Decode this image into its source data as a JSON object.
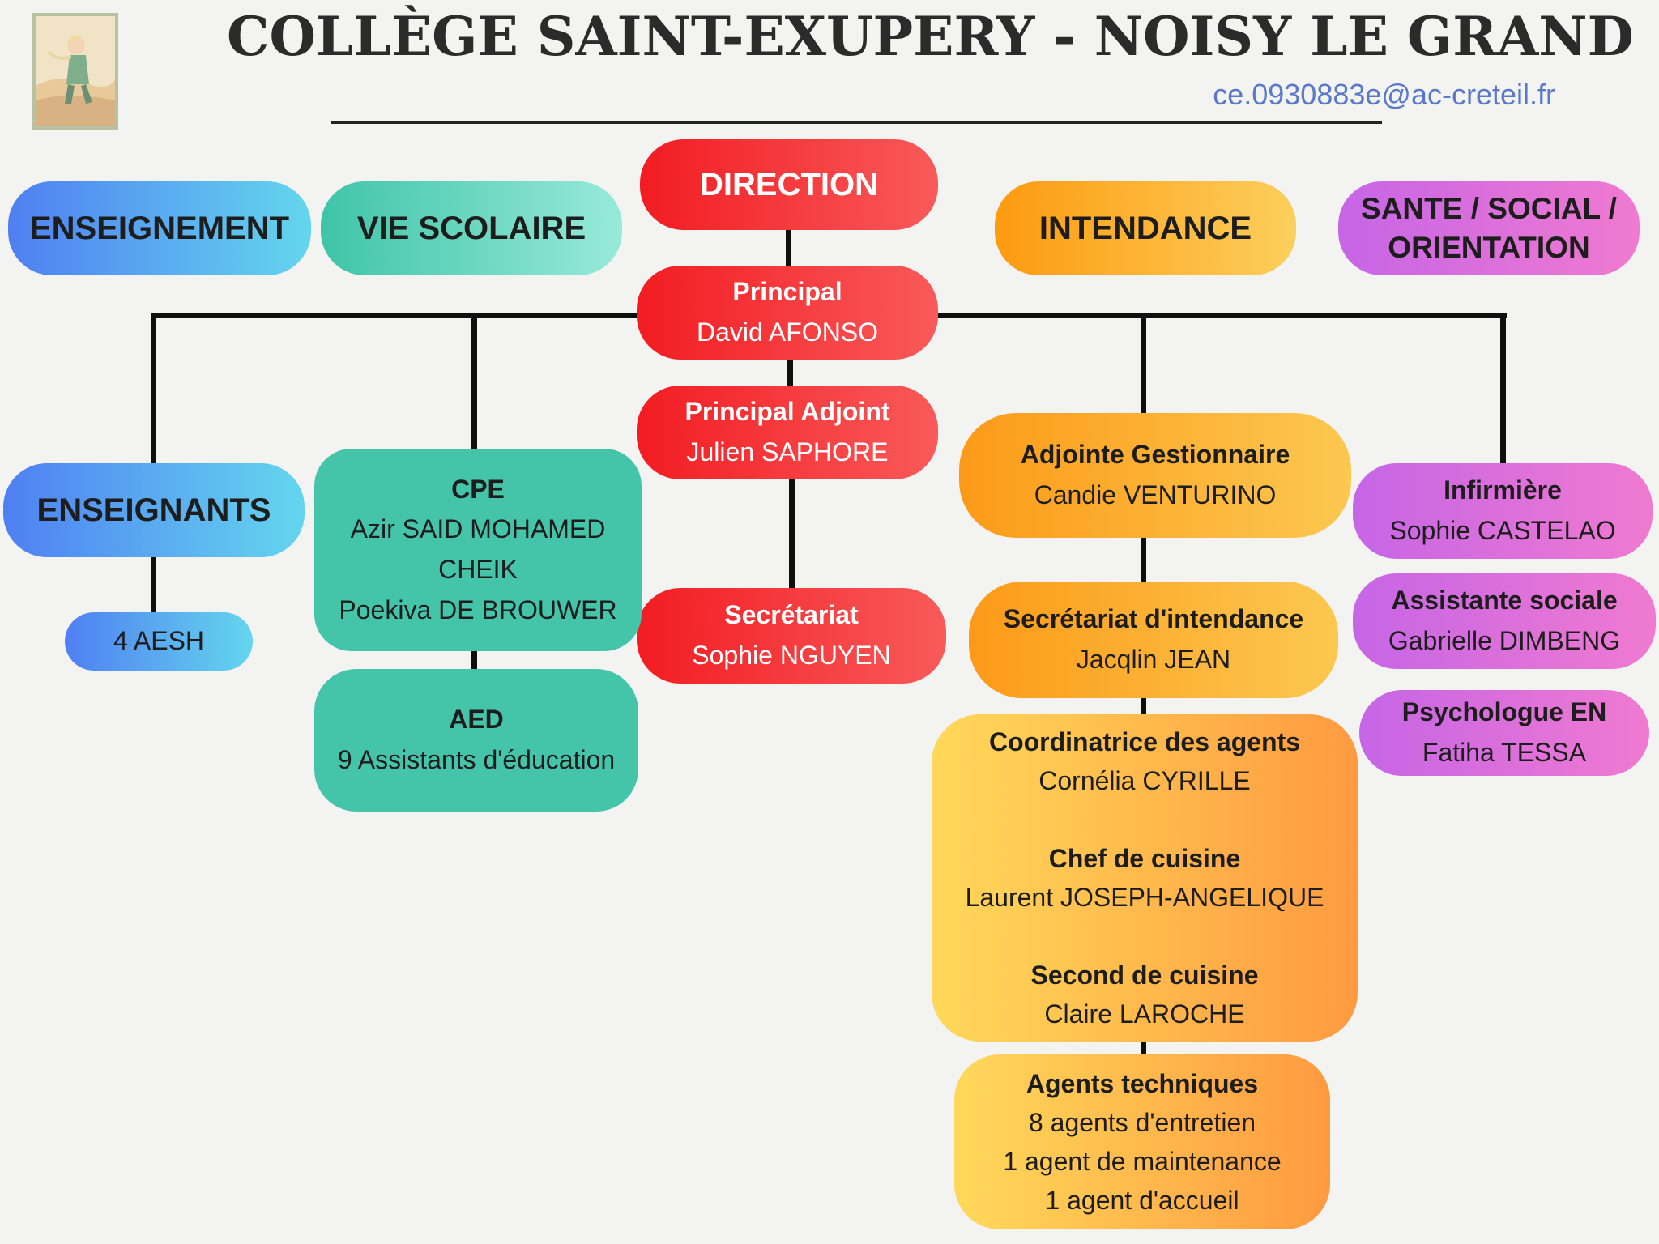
{
  "header": {
    "title": "COLLÈGE SAINT-EXUPERY - NOISY LE GRAND",
    "email": "ce.0930883e@ac-creteil.fr"
  },
  "departments": {
    "enseignement": "ENSEIGNEMENT",
    "vie_scolaire": "VIE SCOLAIRE",
    "direction": "DIRECTION",
    "intendance": "INTENDANCE",
    "sante_line1": "SANTE / SOCIAL /",
    "sante_line2": "ORIENTATION"
  },
  "direction": {
    "principal_role": "Principal",
    "principal_name": "David AFONSO",
    "adjoint_role": "Principal Adjoint",
    "adjoint_name": "Julien SAPHORE",
    "secretariat_role": "Secrétariat",
    "secretariat_name": "Sophie NGUYEN"
  },
  "enseignement": {
    "enseignants": "ENSEIGNANTS",
    "aesh": "4 AESH"
  },
  "vie_scolaire": {
    "cpe_role": "CPE",
    "cpe_name1_line1": "Azir SAID MOHAMED",
    "cpe_name1_line2": "CHEIK",
    "cpe_name2": "Poekiva DE BROUWER",
    "aed_role": "AED",
    "aed_desc": "9 Assistants d'éducation"
  },
  "intendance": {
    "adjointe_role": "Adjointe Gestionnaire",
    "adjointe_name": "Candie VENTURINO",
    "secretariat_role": "Secrétariat d'intendance",
    "secretariat_name": "Jacqlin JEAN",
    "coord_role": "Coordinatrice des agents",
    "coord_name": "Cornélia CYRILLE",
    "chef_role": "Chef de cuisine",
    "chef_name": "Laurent JOSEPH-ANGELIQUE",
    "second_role": "Second de cuisine",
    "second_name": "Claire LAROCHE",
    "agents_role": "Agents techniques",
    "agents_line1": "8 agents d'entretien",
    "agents_line2": "1 agent de maintenance",
    "agents_line3": "1 agent d'accueil"
  },
  "sante": {
    "infirmiere_role": "Infirmière",
    "infirmiere_name": "Sophie CASTELAO",
    "social_role": "Assistante sociale",
    "social_name": "Gabrielle DIMBENG",
    "psy_role": "Psychologue EN",
    "psy_name": "Fatiha TESSA"
  }
}
